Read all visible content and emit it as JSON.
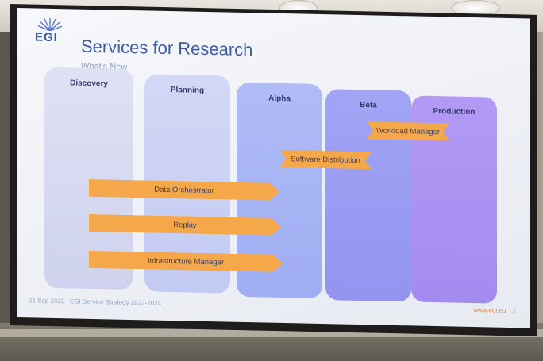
{
  "slide": {
    "logo_text": "EGI",
    "title": "Services for Research",
    "subtitle": "What's New",
    "columns": [
      "Discovery",
      "Planning",
      "Alpha",
      "Beta",
      "Production"
    ],
    "arrows": {
      "data_orchestrator": "Data Orchestrator",
      "replay": "Replay",
      "infrastructure_manager": "Infrastructure Manager",
      "software_distribution": "Software Distribution",
      "workload_manager": "Workload Manager"
    },
    "footer_left": "21 Sep 2022 | EGI Service Strategy 2022-2024",
    "footer_right": "www.egi.eu",
    "page_number": "1"
  },
  "colors": {
    "title": "#3f5da6",
    "arrow": "#f5a84a",
    "screen_frame": "#1e1d1b"
  }
}
